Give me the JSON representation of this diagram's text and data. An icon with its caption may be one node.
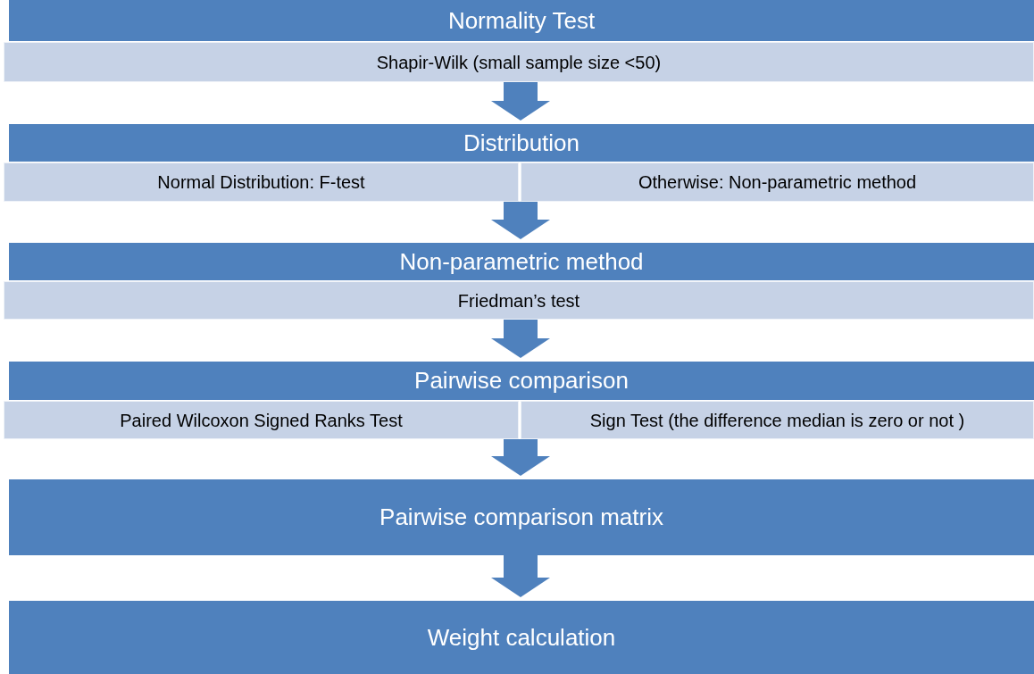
{
  "diagram": {
    "nodes": [
      {
        "text": [
          "Normality Test"
        ]
      },
      {
        "text": [
          "Shapir-Wilk (small sample size <50)"
        ]
      },
      {
        "text": [
          "Distribution"
        ]
      },
      {
        "text": [
          "Normal Distribution: F-test"
        ]
      },
      {
        "text": [
          "Otherwise: Non-parametric method"
        ]
      },
      {
        "text": [
          "Non-parametric method"
        ]
      },
      {
        "text": [
          "Friedman’s test"
        ]
      },
      {
        "text": [
          "Pairwise comparison"
        ]
      },
      {
        "text": [
          "Paired Wilcoxon Signed Ranks Test"
        ]
      },
      {
        "text": [
          "Sign Test (the difference median is zero or not )"
        ]
      },
      {
        "text": [
          "Pairwise comparison matrix"
        ]
      },
      {
        "text": [
          "Weight calculation"
        ]
      }
    ],
    "edges": [
      {
        "from": 1,
        "to": 2,
        "arrow": "to"
      },
      {
        "from": 3,
        "to": 5,
        "arrow": "to"
      },
      {
        "from": 4,
        "to": 5,
        "arrow": "to"
      },
      {
        "from": 6,
        "to": 7,
        "arrow": "to"
      },
      {
        "from": 8,
        "to": 10,
        "arrow": "to"
      },
      {
        "from": 9,
        "to": 10,
        "arrow": "to"
      },
      {
        "from": 10,
        "to": 11,
        "arrow": "to"
      }
    ]
  }
}
